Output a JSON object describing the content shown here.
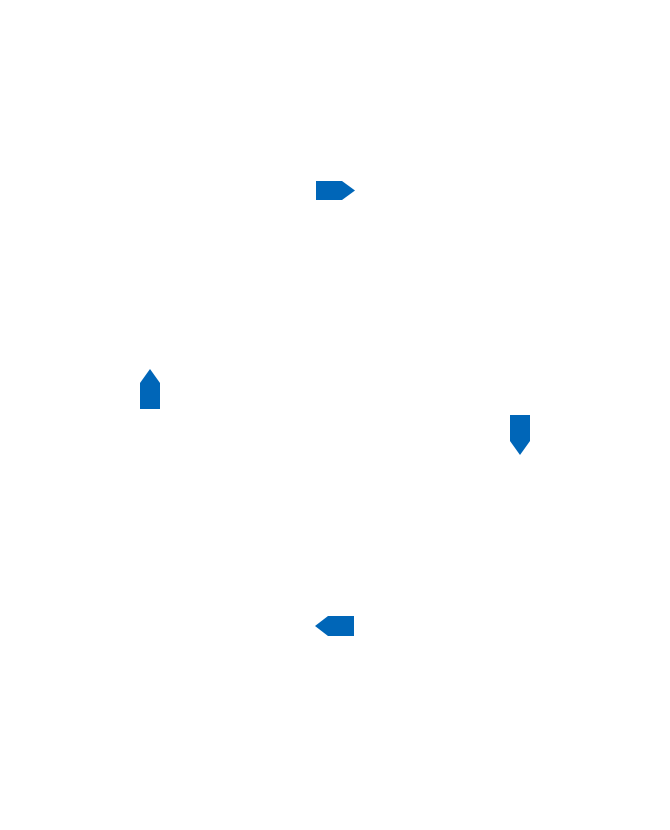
{
  "diagram": {
    "background_color": "#ffffff",
    "marker_color": "#0066b8",
    "markers": [
      {
        "id": "top",
        "direction": "right",
        "icon": "arrow-tag-right"
      },
      {
        "id": "left",
        "direction": "up",
        "icon": "arrow-tag-up"
      },
      {
        "id": "right",
        "direction": "down",
        "icon": "arrow-tag-down"
      },
      {
        "id": "bottom",
        "direction": "left",
        "icon": "arrow-tag-left"
      }
    ]
  }
}
